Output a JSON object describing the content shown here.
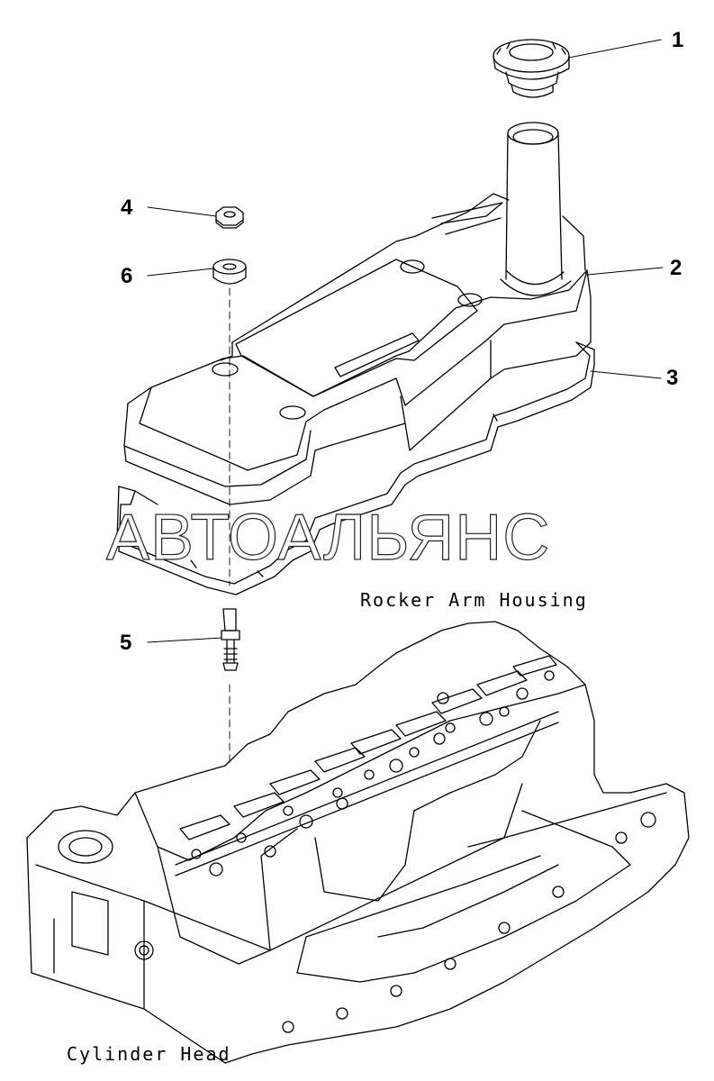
{
  "callouts": {
    "c1": "1",
    "c2": "2",
    "c3": "3",
    "c4": "4",
    "c5": "5",
    "c6": "6"
  },
  "labels": {
    "rocker_arm_housing": "Rocker Arm Housing",
    "cylinder_head": "Cylinder Head"
  },
  "watermark": "АВТОАЛЬЯНС",
  "colors": {
    "line": "#000000",
    "background": "#ffffff"
  }
}
